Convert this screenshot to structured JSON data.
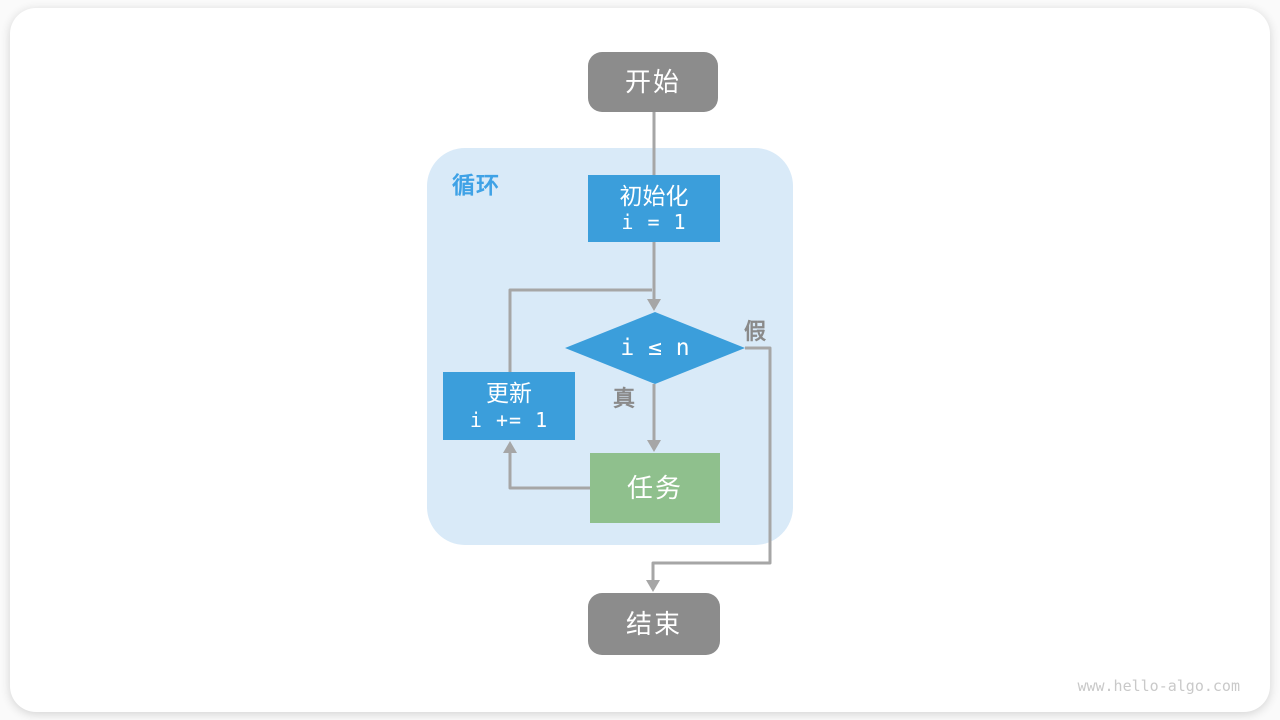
{
  "diagram": {
    "start_label": "开始",
    "loop_label": "循环",
    "init": {
      "line1": "初始化",
      "line2": "i = 1"
    },
    "condition_label": "i ≤ n",
    "true_label": "真",
    "false_label": "假",
    "update": {
      "line1": "更新",
      "line2": "i += 1"
    },
    "task_label": "任务",
    "end_label": "结束"
  },
  "watermark": "www.hello-algo.com",
  "colors": {
    "blue": "#3b9edb",
    "blue_label": "#3fa2e6",
    "light_blue": "#d9eaf8",
    "green": "#8fc08d",
    "gray_node": "#8c8c8c",
    "line": "#a6a6a6",
    "gray_label": "#8a8a8a",
    "watermark": "#c9c9c9",
    "white_text": "#ffffff"
  }
}
